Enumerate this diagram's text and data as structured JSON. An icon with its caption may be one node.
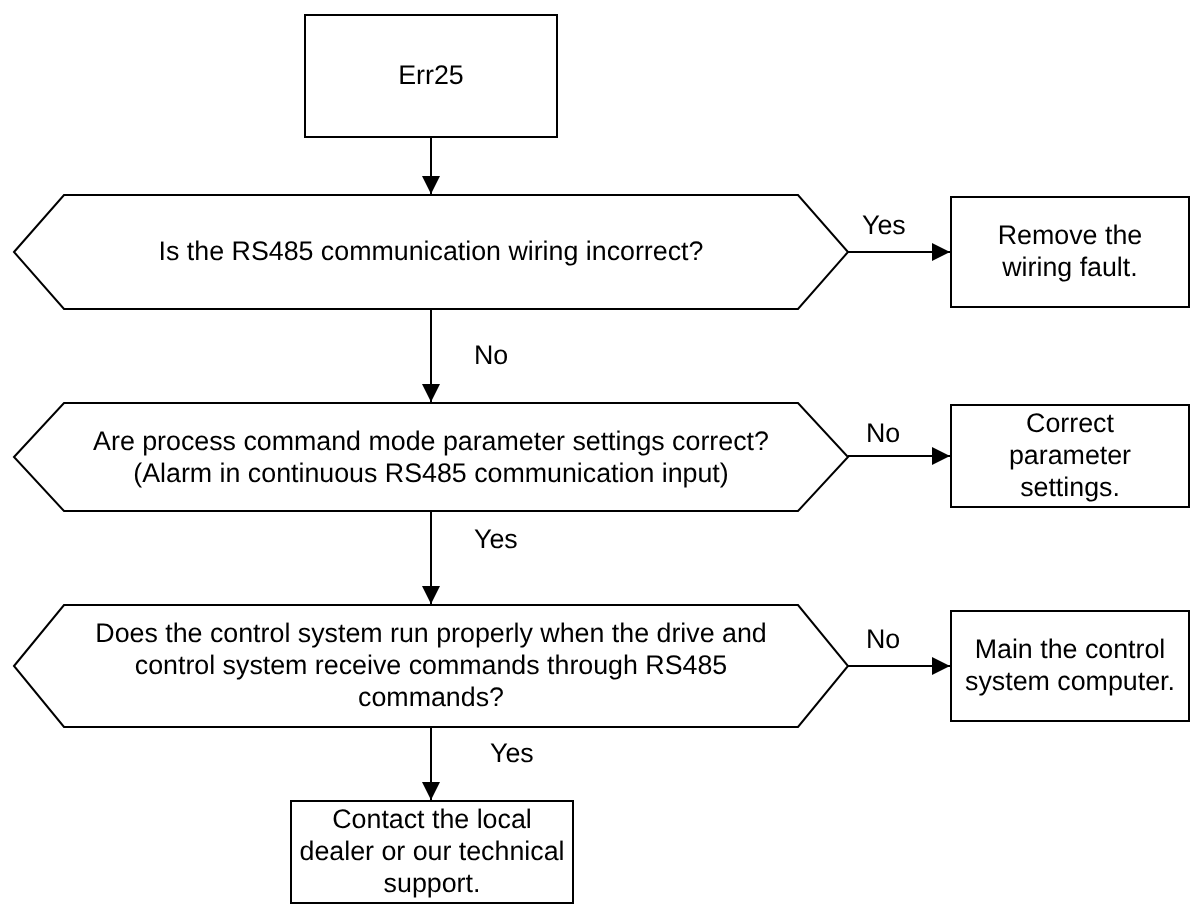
{
  "diagram": {
    "nodes": [
      {
        "text": [
          "Err25"
        ]
      },
      {
        "text": [
          "Is the RS485 communication wiring incorrect?"
        ]
      },
      {
        "text": [
          "Remove the wiring fault."
        ]
      },
      {
        "text": [
          "Are process command mode parameter settings correct? (Alarm in continuous RS485 communication input)"
        ]
      },
      {
        "text": [
          "Correct parameter settings."
        ]
      },
      {
        "text": [
          "Does the control system run properly when the drive and control system receive commands through RS485 commands?"
        ]
      },
      {
        "text": [
          "Main the control system computer."
        ]
      },
      {
        "text": [
          "Contact the local dealer or our technical support."
        ]
      }
    ],
    "edges": [
      {
        "from": 0,
        "to": 1,
        "arrow": "to"
      },
      {
        "from": 1,
        "to": 2,
        "arrow": "to",
        "label": "Yes"
      },
      {
        "from": 1,
        "to": 3,
        "arrow": "to",
        "label": "No"
      },
      {
        "from": 3,
        "to": 4,
        "arrow": "to",
        "label": "No"
      },
      {
        "from": 3,
        "to": 5,
        "arrow": "to",
        "label": "Yes"
      },
      {
        "from": 5,
        "to": 6,
        "arrow": "to",
        "label": "No"
      },
      {
        "from": 5,
        "to": 7,
        "arrow": "to",
        "label": "Yes"
      }
    ]
  }
}
